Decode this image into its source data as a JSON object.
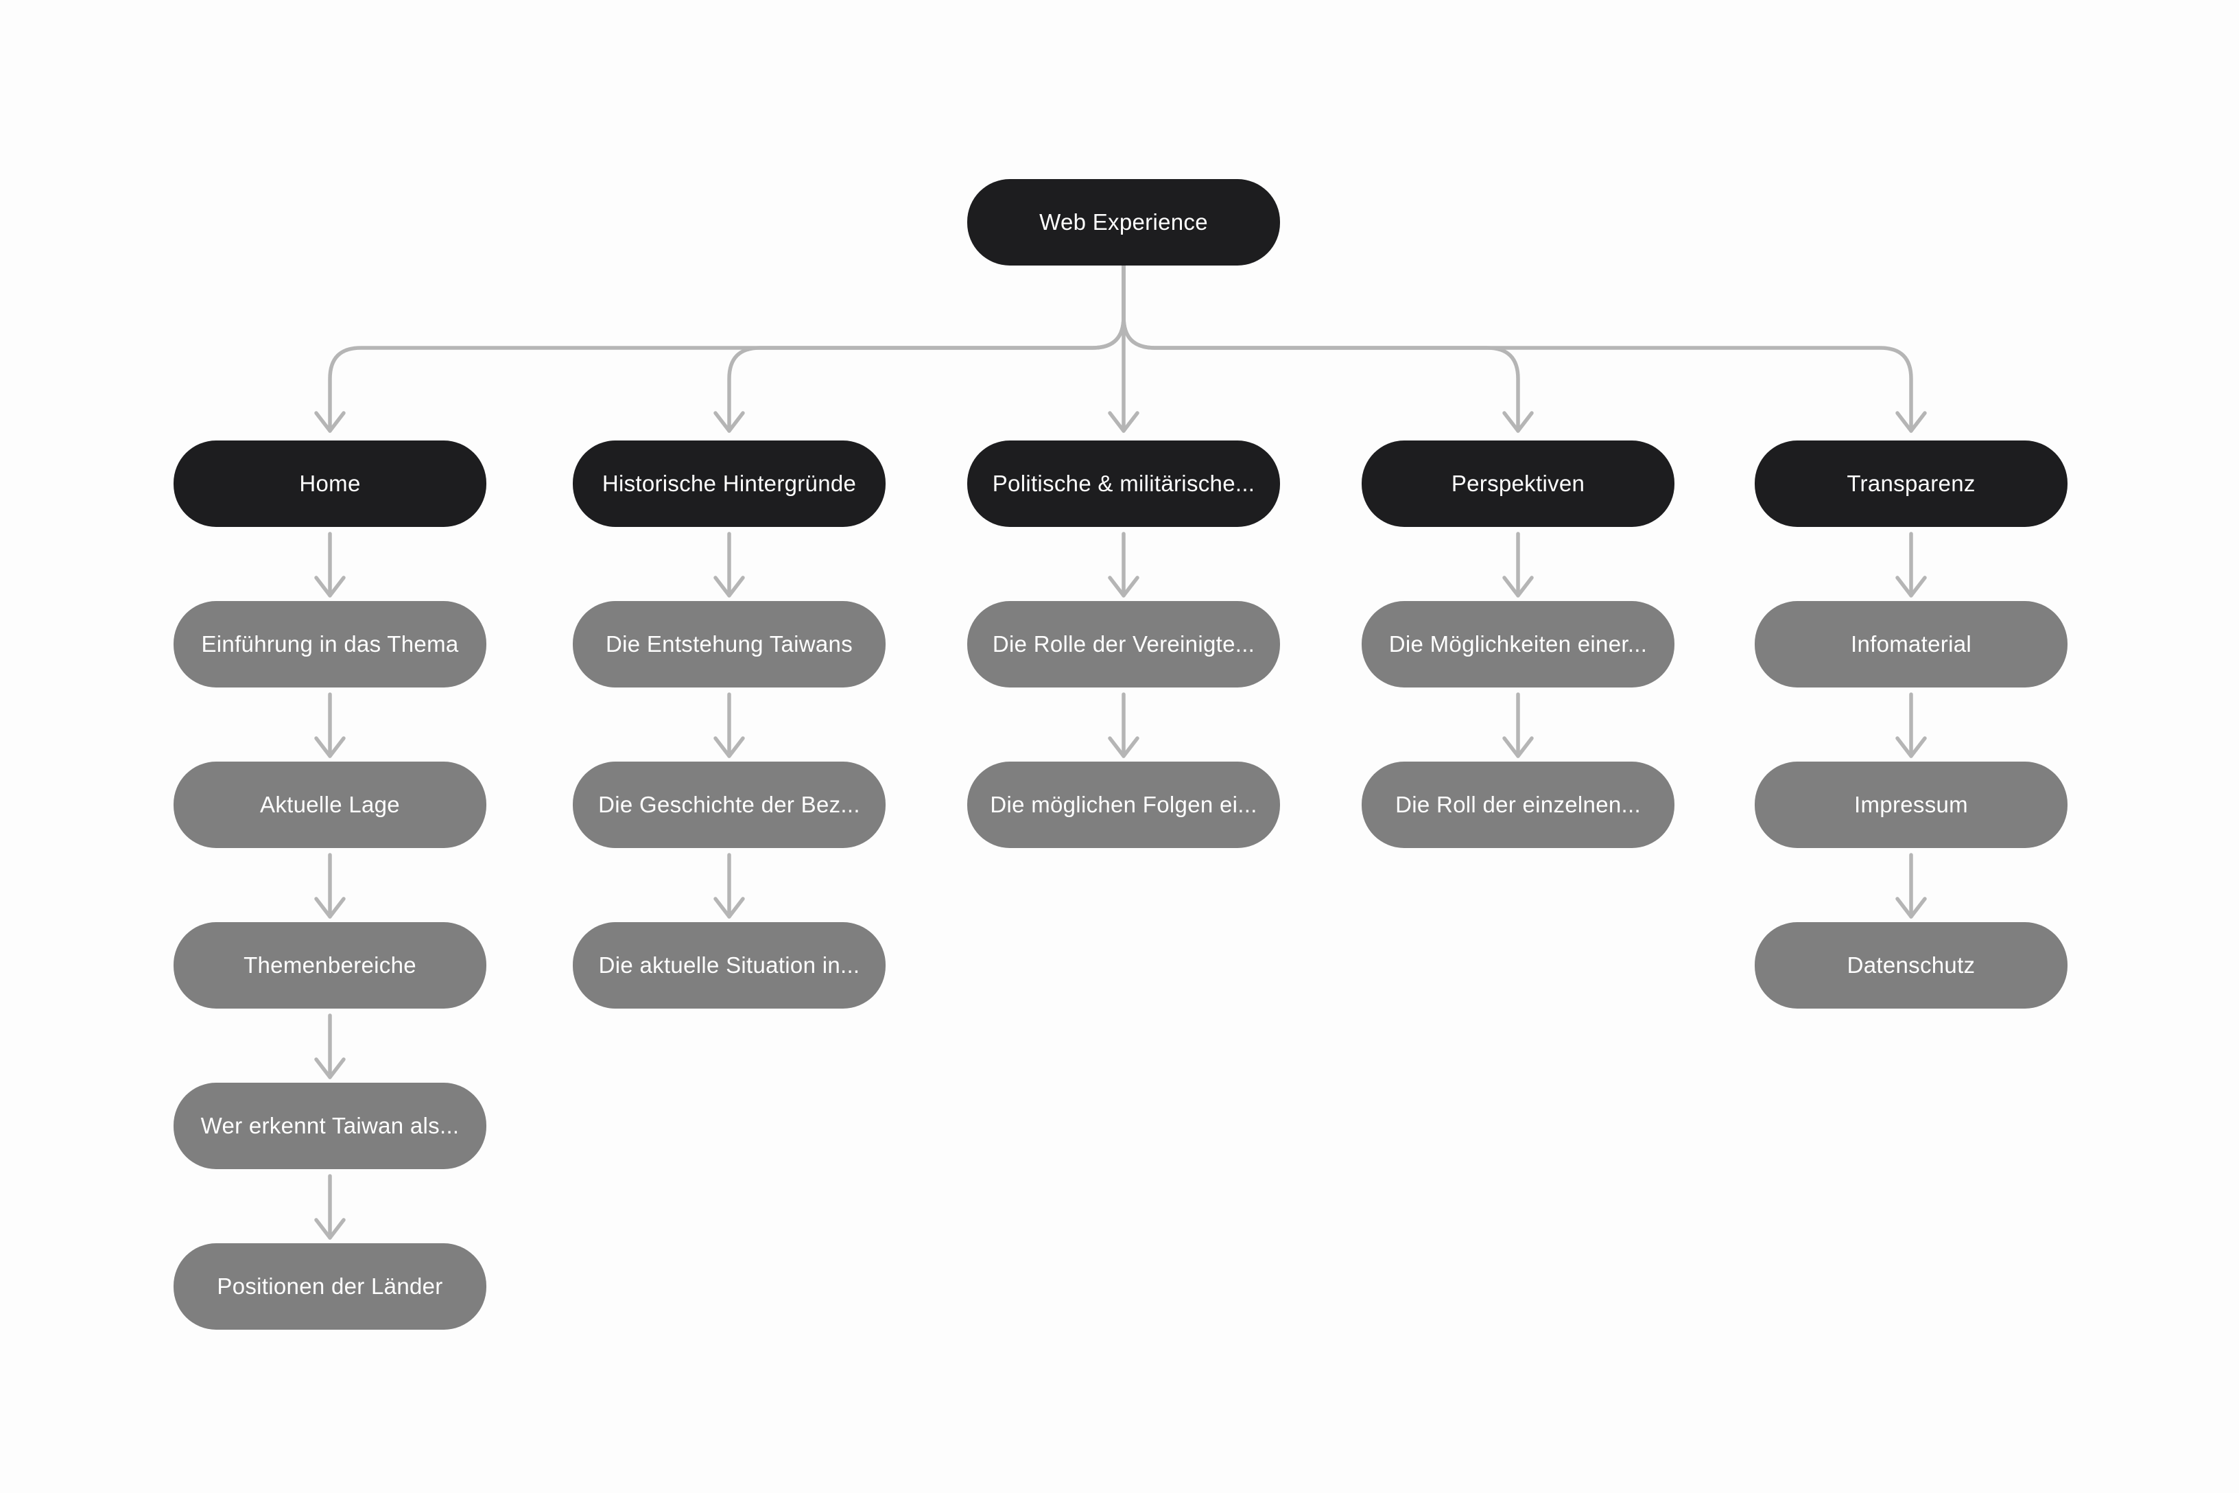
{
  "diagram": {
    "root": {
      "label": "Web Experience"
    },
    "columns": [
      {
        "header": "Home",
        "children": [
          "Einführung in das Thema",
          "Aktuelle Lage",
          "Themenbereiche",
          "Wer erkennt Taiwan als...",
          "Positionen der Länder"
        ]
      },
      {
        "header": "Historische Hintergründe",
        "children": [
          "Die Entstehung Taiwans",
          "Die Geschichte der Bez...",
          "Die aktuelle Situation in..."
        ]
      },
      {
        "header": "Politische & militärische...",
        "children": [
          "Die Rolle der Vereinigte...",
          "Die möglichen Folgen ei..."
        ]
      },
      {
        "header": "Perspektiven",
        "children": [
          "Die Möglichkeiten einer...",
          "Die Roll der einzelnen..."
        ]
      },
      {
        "header": "Transparenz",
        "children": [
          "Infomaterial",
          "Impressum",
          "Datenschutz"
        ]
      }
    ],
    "colors": {
      "background": "#fdfdfd",
      "node_dark": "#1d1d1f",
      "node_gray": "#7f7f7f",
      "text": "#ffffff",
      "connector": "#b5b5b5"
    }
  }
}
